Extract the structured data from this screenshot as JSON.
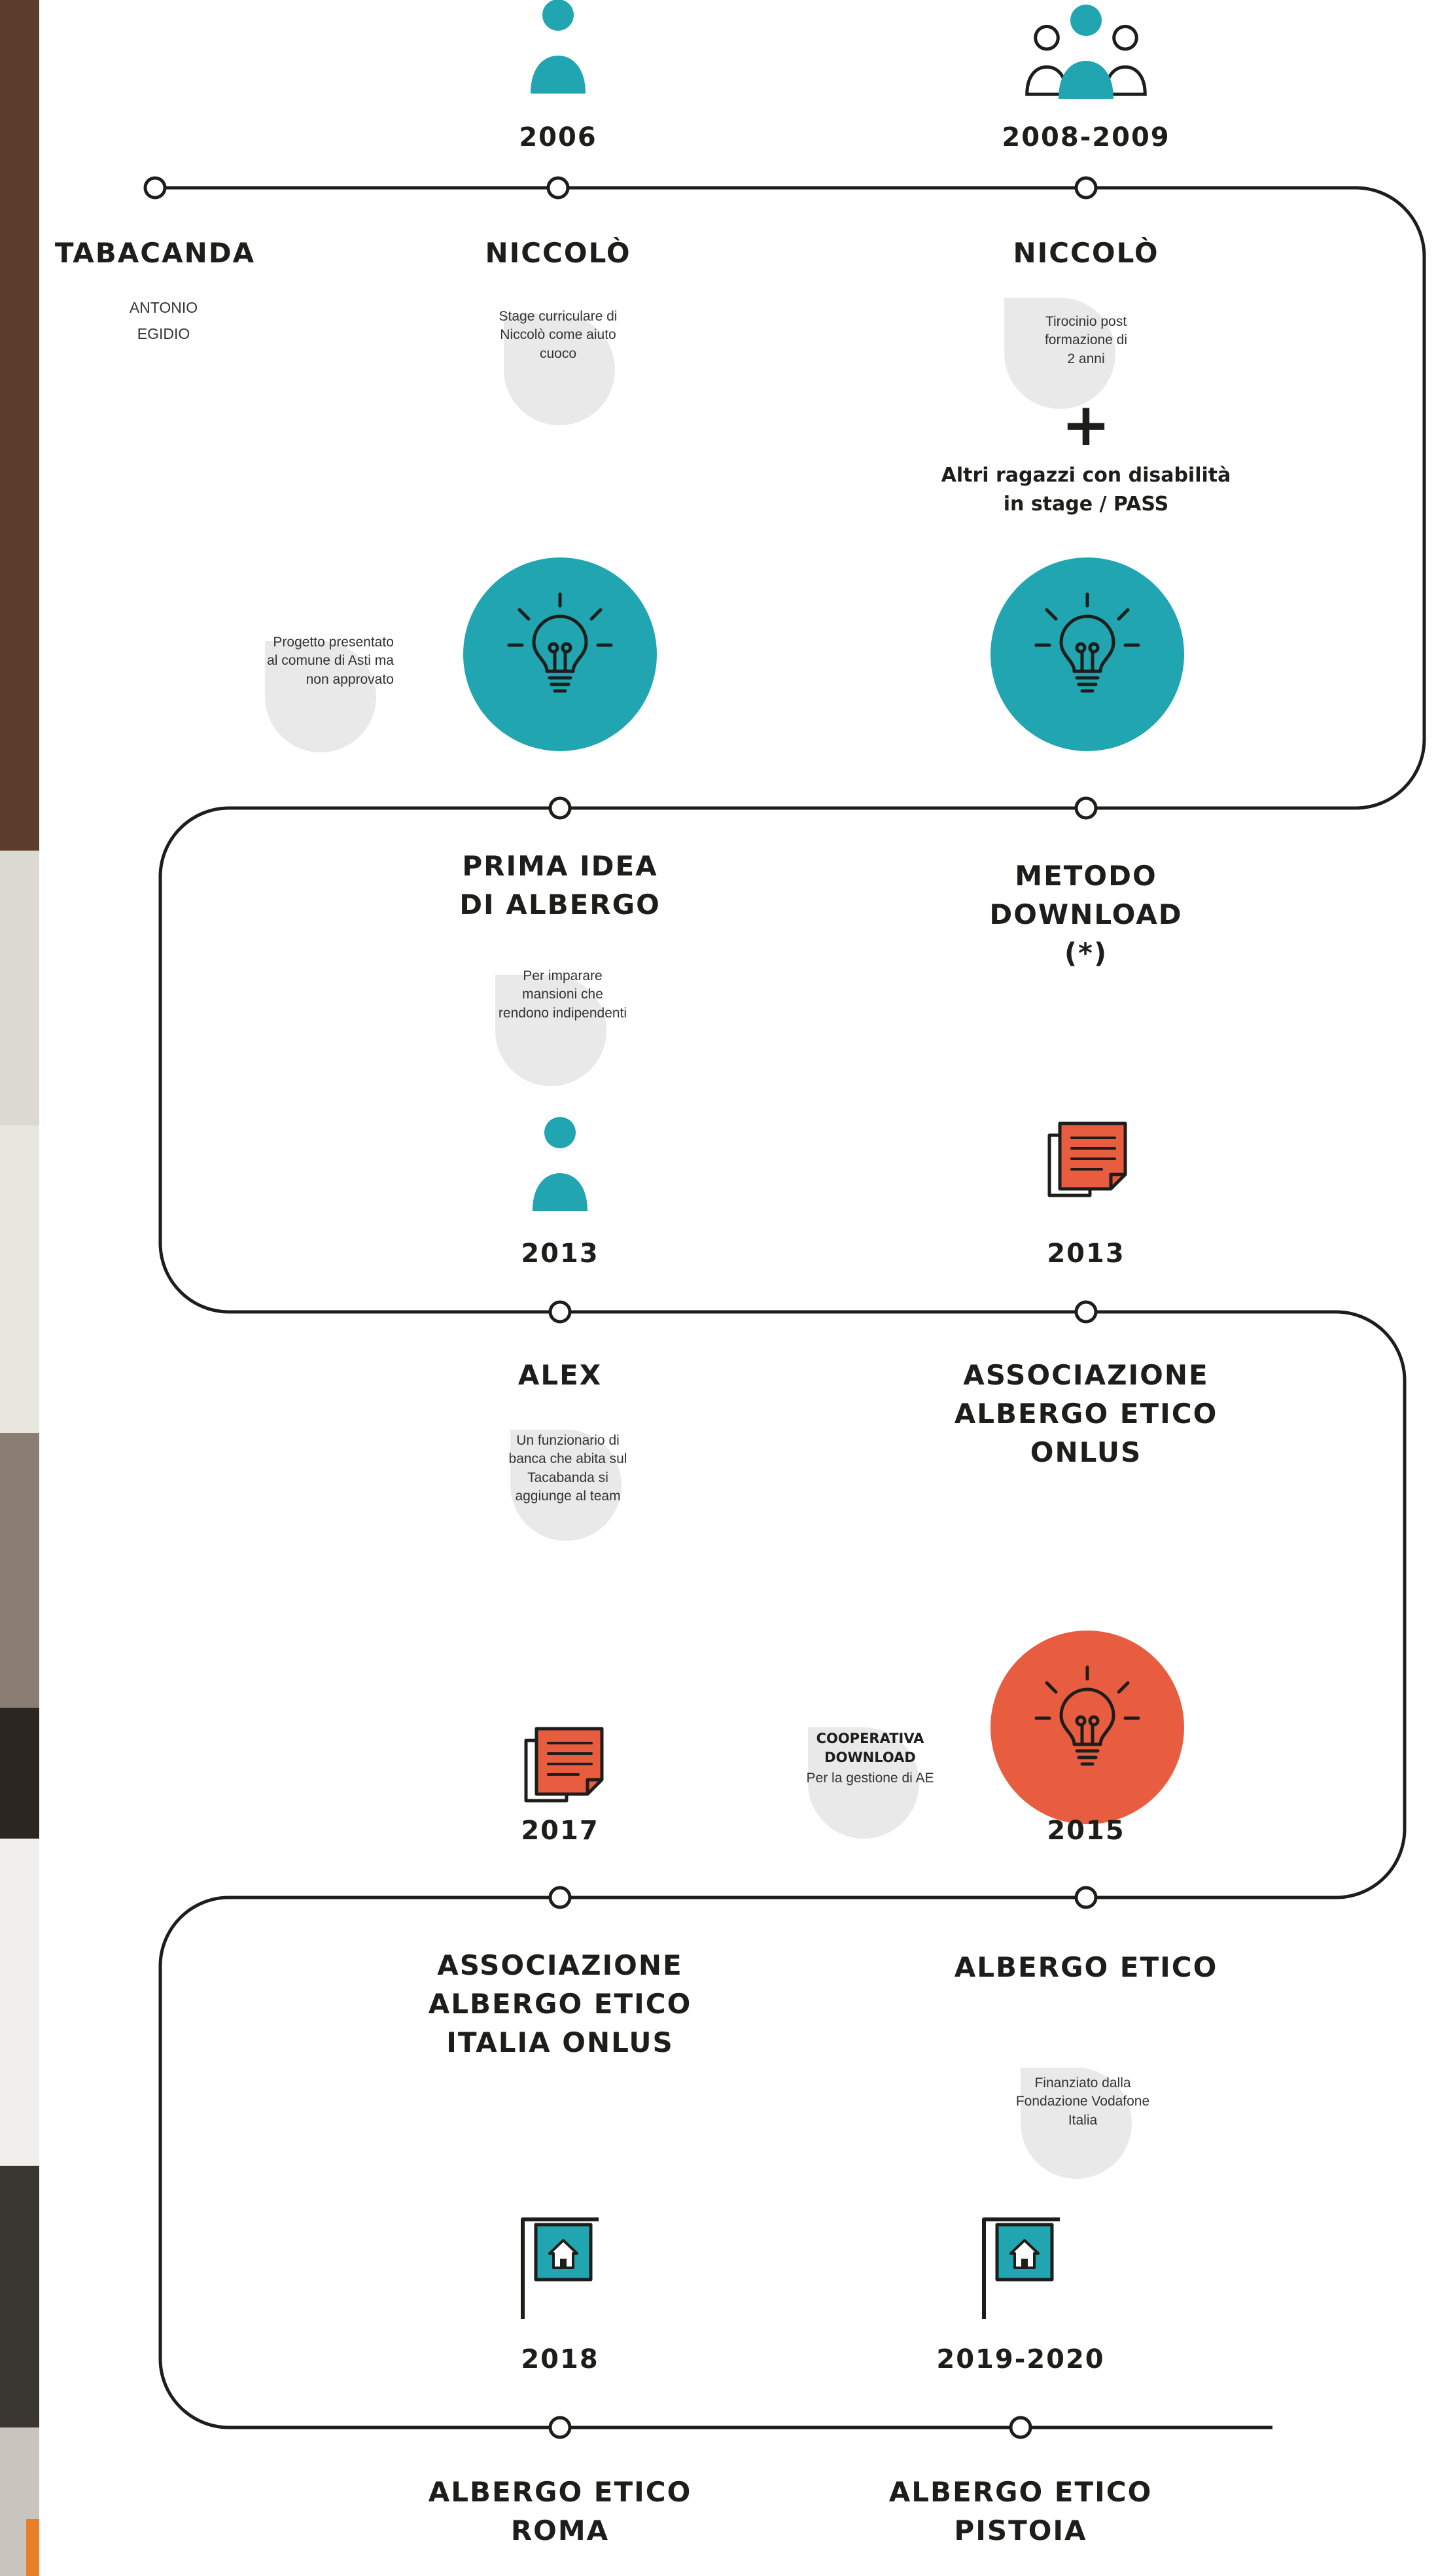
{
  "colors": {
    "teal": "#21a5b1",
    "orange": "#e85d3f",
    "line": "#1d1d1b",
    "bubble": "#e9e9e9",
    "text": "#1d1d1b"
  },
  "icons": [
    "person-icon",
    "group-icon",
    "lightbulb-icon",
    "document-icon",
    "hotel-sign-icon"
  ],
  "years": [
    "2006",
    "2008-2009",
    "2013",
    "2013",
    "2017",
    "2015",
    "2018",
    "2019-2020"
  ],
  "nodes": {
    "tabacanda": {
      "title": "TABACANDA",
      "names": [
        "ANTONIO",
        "EGIDIO"
      ]
    },
    "niccolo_2006": {
      "title": "NICCOLÒ",
      "desc": [
        "Stage curriculare di",
        "Niccolò come aiuto",
        "cuoco"
      ]
    },
    "niccolo_2008": {
      "title": "NICCOLÒ",
      "desc": [
        "Tirocinio post",
        "formazione di",
        "2 anni"
      ],
      "plus": "+",
      "extra": [
        "Altri ragazzi con disabilità",
        "in stage / PASS"
      ]
    },
    "project_note": [
      "Progetto presentato",
      "al comune di Asti ma",
      "non approvato"
    ],
    "prima_idea": {
      "title": [
        "PRIMA IDEA",
        "DI ALBERGO"
      ],
      "desc": [
        "Per imparare",
        "mansioni che",
        "rendono indipendenti"
      ]
    },
    "metodo": {
      "title": [
        "METODO",
        "DOWNLOAD",
        "(*)"
      ]
    },
    "alex": {
      "title": "ALEX",
      "desc": [
        "Un funzionario di",
        "banca che abita sul",
        "Tacabanda si",
        "aggiunge al team"
      ]
    },
    "associazione": {
      "title": [
        "ASSOCIAZIONE",
        "ALBERGO ETICO",
        "ONLUS"
      ]
    },
    "cooperativa": {
      "title": [
        "COOPERATIVA",
        "DOWNLOAD"
      ],
      "desc": "Per la gestione di AE"
    },
    "associazione_italia": {
      "title": [
        "ASSOCIAZIONE",
        "ALBERGO ETICO",
        "ITALIA ONLUS"
      ]
    },
    "albergo_etico": {
      "title": "ALBERGO ETICO",
      "desc": [
        "Finanziato dalla",
        "Fondazione Vodafone",
        "Italia"
      ]
    },
    "roma": {
      "title": [
        "ALBERGO ETICO",
        "ROMA"
      ]
    },
    "pistoia": {
      "title": [
        "ALBERGO ETICO",
        "PISTOIA"
      ]
    }
  }
}
